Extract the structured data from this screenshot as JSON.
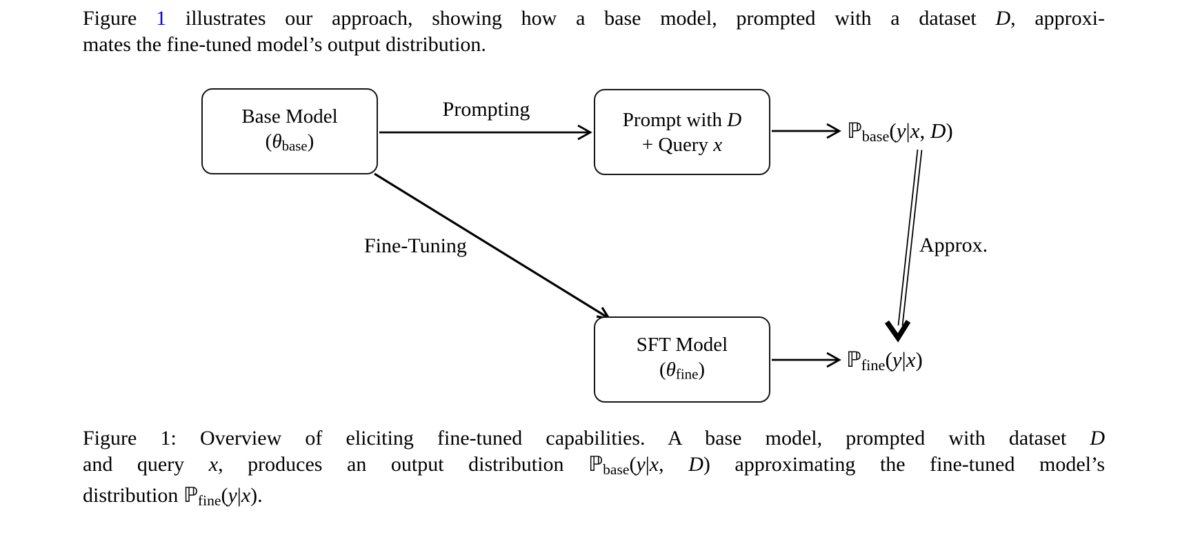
{
  "intro": {
    "line1": [
      {
        "t": "Figure "
      },
      {
        "t": "1",
        "c": "blue",
        "n": "figure-ref-link"
      },
      {
        "t": " illustrates our approach, showing how a base model, prompted with a dataset "
      },
      {
        "t": "D",
        "c": "m"
      },
      {
        "t": ", approxi-"
      }
    ],
    "line2": [
      {
        "t": "mates the fine-tuned model’s output distribution."
      }
    ]
  },
  "diagram": {
    "boxes": {
      "base_model": {
        "line1": [
          {
            "t": "Base Model"
          }
        ],
        "line2": [
          {
            "t": "("
          },
          {
            "t": "θ",
            "c": "m"
          },
          {
            "t": "base",
            "c": "sub"
          },
          {
            "t": ")"
          }
        ]
      },
      "prompt": {
        "line1": [
          {
            "t": "Prompt with "
          },
          {
            "t": "D",
            "c": "m"
          }
        ],
        "line2": [
          {
            "t": "+ Query "
          },
          {
            "t": "x",
            "c": "m"
          }
        ]
      },
      "sft_model": {
        "line1": [
          {
            "t": "SFT Model"
          }
        ],
        "line2": [
          {
            "t": "("
          },
          {
            "t": "θ",
            "c": "m"
          },
          {
            "t": "fine",
            "c": "sub"
          },
          {
            "t": ")"
          }
        ]
      }
    },
    "edge_labels": {
      "prompting": "Prompting",
      "fine_tuning": "Fine-Tuning",
      "approx": "Approx."
    },
    "outputs": {
      "p_base": [
        {
          "t": "ℙ",
          "c": "bb"
        },
        {
          "t": "base",
          "c": "sub"
        },
        {
          "t": "("
        },
        {
          "t": "y",
          "c": "m"
        },
        {
          "t": "|"
        },
        {
          "t": "x",
          "c": "m"
        },
        {
          "t": ", "
        },
        {
          "t": "D",
          "c": "m"
        },
        {
          "t": ")"
        }
      ],
      "p_fine": [
        {
          "t": "ℙ",
          "c": "bb"
        },
        {
          "t": "fine",
          "c": "sub"
        },
        {
          "t": "("
        },
        {
          "t": "y",
          "c": "m"
        },
        {
          "t": "|"
        },
        {
          "t": "x",
          "c": "m"
        },
        {
          "t": ")"
        }
      ]
    }
  },
  "caption": {
    "line1": [
      {
        "t": "Figure 1: Overview of eliciting fine-tuned capabilities. A base model, prompted with dataset "
      },
      {
        "t": "D",
        "c": "m"
      }
    ],
    "line2": [
      {
        "t": "and query "
      },
      {
        "t": "x",
        "c": "m"
      },
      {
        "t": ", produces an output distribution "
      },
      {
        "t": "ℙ",
        "c": "bb"
      },
      {
        "t": "base",
        "c": "sub"
      },
      {
        "t": "("
      },
      {
        "t": "y",
        "c": "m"
      },
      {
        "t": "|"
      },
      {
        "t": "x",
        "c": "m"
      },
      {
        "t": ", "
      },
      {
        "t": "D",
        "c": "m"
      },
      {
        "t": ") approximating the fine-tuned model’s"
      }
    ],
    "line3": [
      {
        "t": "distribution "
      },
      {
        "t": "ℙ",
        "c": "bb"
      },
      {
        "t": "fine",
        "c": "sub"
      },
      {
        "t": "("
      },
      {
        "t": "y",
        "c": "m"
      },
      {
        "t": "|"
      },
      {
        "t": "x",
        "c": "m"
      },
      {
        "t": ")."
      }
    ]
  },
  "colors": {
    "ink": "#000000",
    "link_blue": "#0000ee",
    "background": "#ffffff"
  }
}
